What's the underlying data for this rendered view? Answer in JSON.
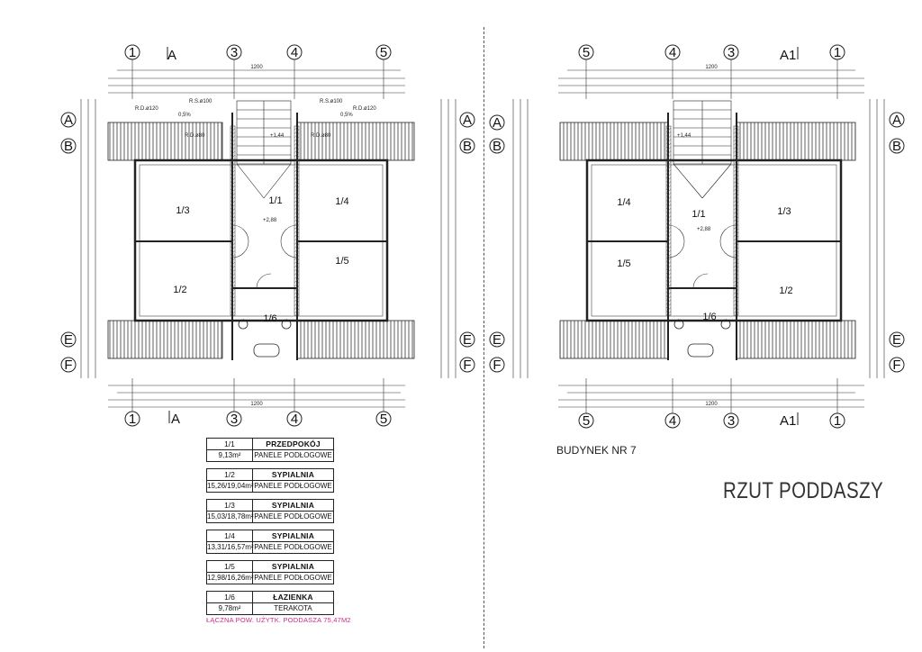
{
  "plan_left": {
    "top_axes": [
      "1",
      "3",
      "4",
      "5"
    ],
    "section_top": "A",
    "section_bottom": "A",
    "side_axes_left": [
      "A",
      "B",
      "E",
      "F"
    ],
    "side_axes_right": [
      "A",
      "B",
      "E",
      "F"
    ],
    "overall_dim": "1200",
    "rooms": [
      "1/1",
      "1/2",
      "1/3",
      "1/4",
      "1/5",
      "1/6"
    ],
    "levels": [
      "+1,44",
      "+2,88"
    ],
    "roof_labels": [
      "R.D.ø120",
      "R.S.ø100",
      "R.D.ø80",
      "R.S.ø100",
      "R.D.ø120",
      "R.D.ø80"
    ],
    "slope": "0,5%"
  },
  "plan_right": {
    "top_axes": [
      "5",
      "4",
      "3",
      "1"
    ],
    "section_top": "A1",
    "section_bottom": "A1",
    "side_axes_left": [
      "A",
      "B",
      "E",
      "F"
    ],
    "side_axes_right": [
      "A",
      "B",
      "E",
      "F"
    ],
    "overall_dim": "1200",
    "rooms": [
      "1/1",
      "1/2",
      "1/3",
      "1/4",
      "1/5",
      "1/6"
    ],
    "levels": [
      "+1,44",
      "+2,88"
    ]
  },
  "legend": [
    {
      "id": "1/1",
      "name": "PRZEDPOKÓJ",
      "area": "9,13m²",
      "floor": "PANELE PODŁOGOWE"
    },
    {
      "id": "1/2",
      "name": "SYPIALNIA",
      "area": "15,26/19,04m²",
      "floor": "PANELE PODŁOGOWE"
    },
    {
      "id": "1/3",
      "name": "SYPIALNIA",
      "area": "15,03/18,78m²",
      "floor": "PANELE PODŁOGOWE"
    },
    {
      "id": "1/4",
      "name": "SYPIALNIA",
      "area": "13,31/16,57m²",
      "floor": "PANELE PODŁOGOWE"
    },
    {
      "id": "1/5",
      "name": "SYPIALNIA",
      "area": "12,98/16,26m²",
      "floor": "PANELE PODŁOGOWE"
    },
    {
      "id": "1/6",
      "name": "ŁAZIENKA",
      "area": "9,78m²",
      "floor": "TERAKOTA"
    }
  ],
  "total_area": "ŁĄCZNA POW. UŻYTK. PODDASZA  75,47M2",
  "building": "BUDYNEK NR 7",
  "title": "RZUT PODDASZY"
}
